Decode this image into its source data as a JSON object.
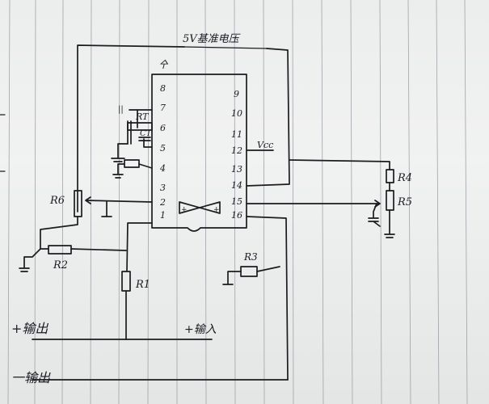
{
  "diagram": {
    "top_label": "5V基准电压",
    "chip_mark": "㐃",
    "supply_label": "Vcc",
    "left_pins": [
      "8",
      "7",
      "6",
      "5",
      "4",
      "3",
      "2",
      "1"
    ],
    "right_pins": [
      "9",
      "10",
      "11",
      "12",
      "13",
      "14",
      "15",
      "16"
    ],
    "components": {
      "rt": "RT",
      "ct": "CT",
      "r1": "R1",
      "r2": "R2",
      "r3": "R3",
      "r4": "R4",
      "r5": "R5",
      "r6": "R6",
      "cap_mark": "||"
    },
    "terminals": {
      "out_pos": "+输出",
      "in_pos": "+输入",
      "out_neg": "一输出"
    }
  }
}
